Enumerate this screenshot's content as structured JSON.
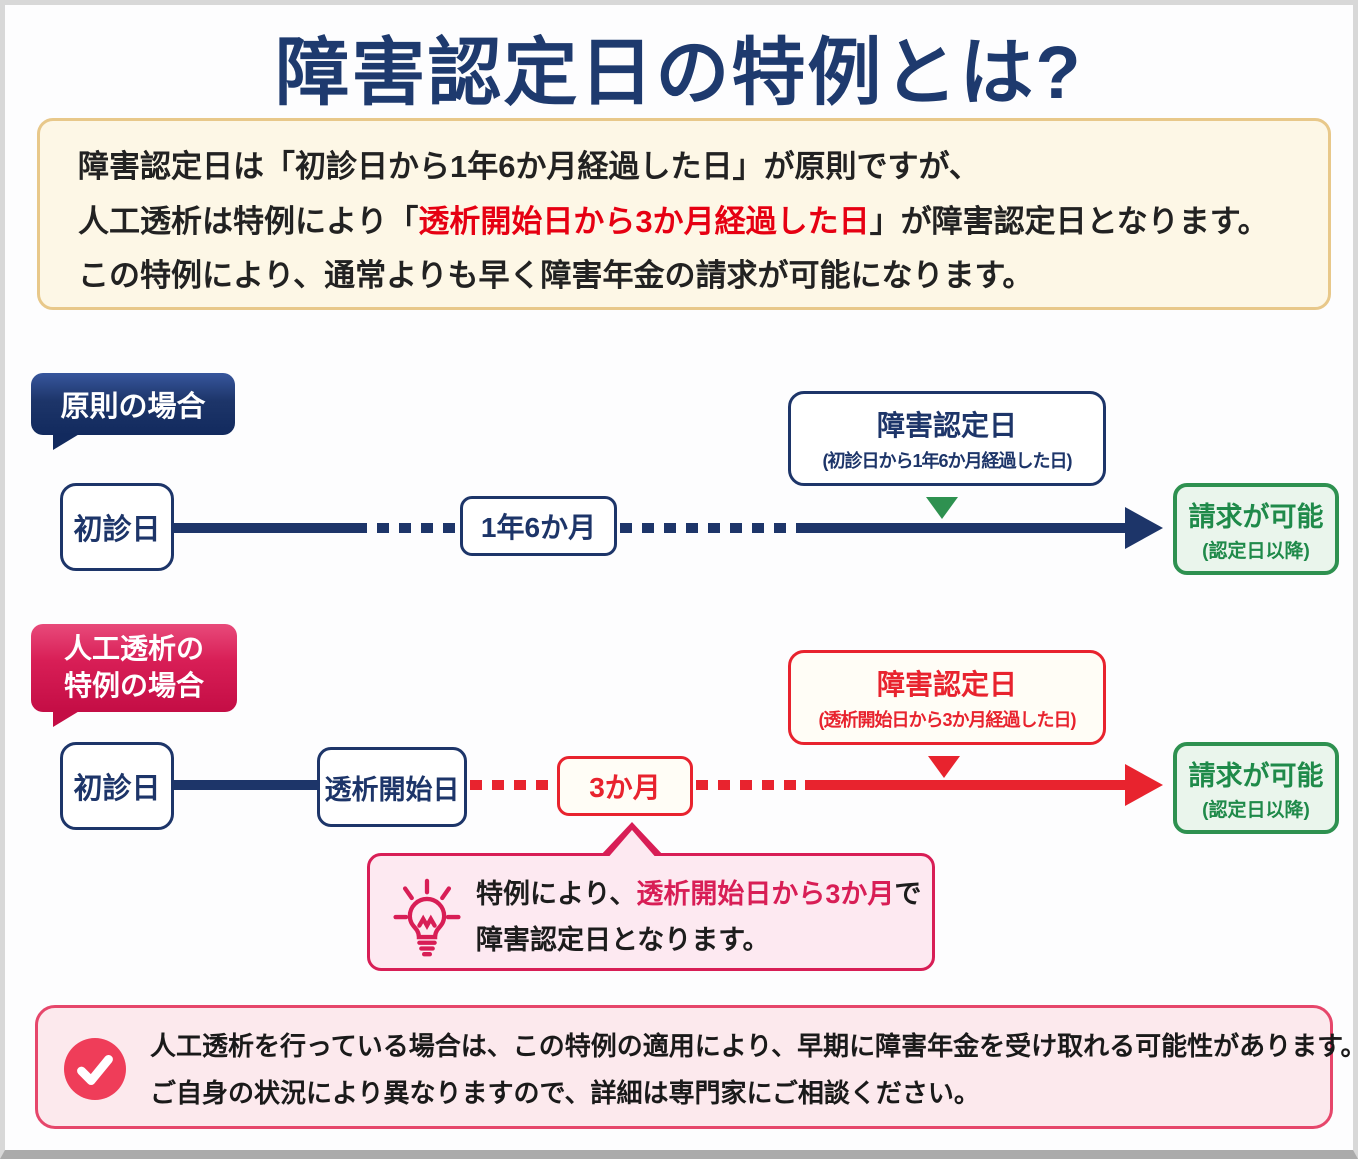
{
  "colors": {
    "navy": "#1d3569",
    "navy-title": "#1e3a6e",
    "crimson": "#d81e56",
    "red": "#e8232e",
    "bright-red": "#e60012",
    "green": "#2e9150",
    "green-text": "#1f8a4a",
    "green-bg": "#eaf5ec",
    "cream-bg": "#fdf7e6",
    "cream-border": "#e8c88a",
    "pink-bg": "#fde9f1",
    "pink-note-bg": "#fce9ed",
    "pink-note-border": "#e6476b",
    "check-red": "#ef3d59"
  },
  "title": "障害認定日の特例とは?",
  "intro": {
    "line1": "障害認定日は「初診日から1年6か月経過した日」が原則ですが、",
    "line2_pre": "人工透析は特例により「",
    "line2_highlight": "透析開始日から3か月経過した日",
    "line2_post": "」が障害認定日となります。",
    "line3": "この特例により、通常よりも早く障害年金の請求が可能になります。"
  },
  "principle": {
    "badge": "原則の場合",
    "start": "初診日",
    "duration": "1年6か月",
    "callout_title": "障害認定日",
    "callout_sub": "(初診日から1年6か月経過した日)",
    "result_title": "請求が可能",
    "result_sub": "(認定日以降)"
  },
  "special": {
    "badge_line1": "人工透析の",
    "badge_line2": "特例の場合",
    "start": "初診日",
    "dialysis_start": "透析開始日",
    "duration": "3か月",
    "callout_title": "障害認定日",
    "callout_sub": "(透析開始日から3か月経過した日)",
    "result_title": "請求が可能",
    "result_sub": "(認定日以降)"
  },
  "tip": {
    "icon": "lightbulb-icon",
    "line1_pre": "特例により、",
    "line1_highlight": "透析開始日から3か月",
    "line1_post": "で",
    "line2": "障害認定日となります。"
  },
  "note": {
    "icon": "checkmark-icon",
    "line1": "人工透析を行っている場合は、この特例の適用により、早期に障害年金を受け取れる可能性があります。",
    "line2": "ご自身の状況により異なりますので、詳細は専門家にご相談ください。"
  }
}
